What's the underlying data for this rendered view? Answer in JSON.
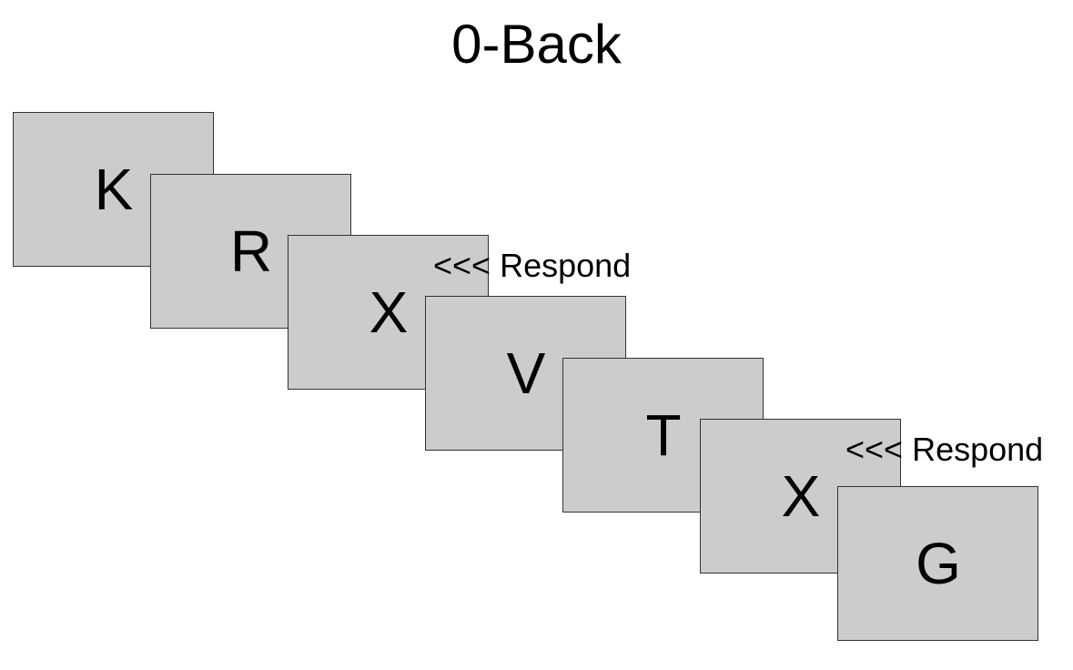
{
  "title": "0-Back",
  "stimuli": [
    {
      "letter": "K",
      "respond": ""
    },
    {
      "letter": "R",
      "respond": ""
    },
    {
      "letter": "X",
      "respond": "<<< Respond"
    },
    {
      "letter": "V",
      "respond": ""
    },
    {
      "letter": "T",
      "respond": ""
    },
    {
      "letter": "X",
      "respond": "<<< Respond"
    },
    {
      "letter": "G",
      "respond": ""
    }
  ],
  "colors": {
    "card_fill": "#cccccc",
    "card_border": "#333333",
    "text": "#000000",
    "background": "#ffffff"
  }
}
